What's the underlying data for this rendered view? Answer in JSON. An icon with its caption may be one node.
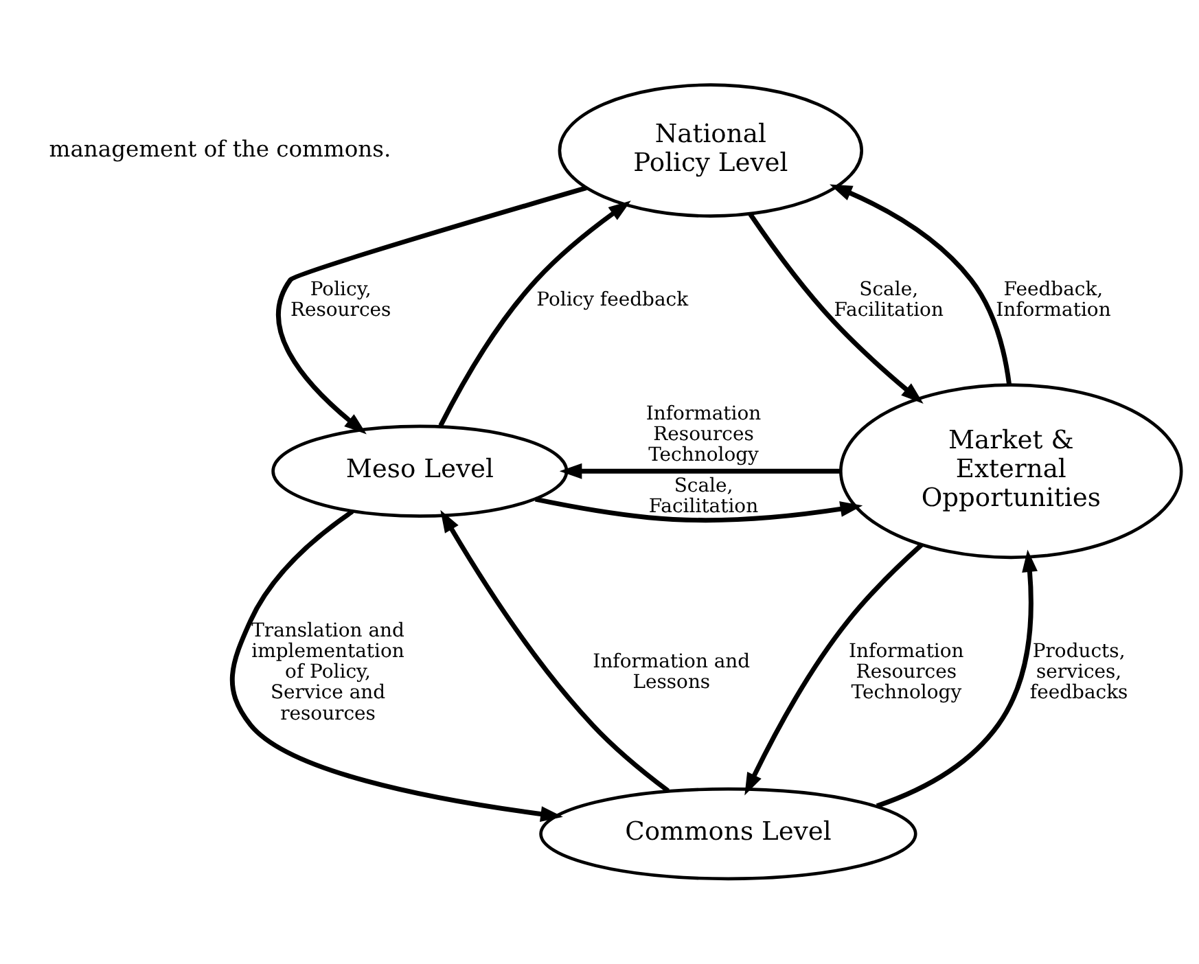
{
  "diagram": {
    "nodes": [
      {
        "text": [
          "National Policy Level"
        ]
      },
      {
        "text": [
          "Meso Level"
        ]
      },
      {
        "text": [
          "Market & External Opportunities"
        ]
      },
      {
        "text": [
          "Commons Level"
        ]
      }
    ],
    "edges": [
      {
        "from": 0,
        "to": 1,
        "arrow": "to",
        "label": "Policy, Resources"
      },
      {
        "from": 1,
        "to": 0,
        "arrow": "to",
        "label": "Policy feedback"
      },
      {
        "from": 0,
        "to": 2,
        "arrow": "to",
        "label": "Scale, Facilitation"
      },
      {
        "from": 2,
        "to": 0,
        "arrow": "to",
        "label": "Feedback, Information"
      },
      {
        "from": 1,
        "to": 2,
        "arrow": "to",
        "label": "Scale, Facilitation"
      },
      {
        "from": 2,
        "to": 1,
        "arrow": "to",
        "label": "Information Resources Technology"
      },
      {
        "from": 1,
        "to": 3,
        "arrow": "to",
        "label": "Translation and implementation of Policy, Service and resources"
      },
      {
        "from": 3,
        "to": 1,
        "arrow": "to",
        "label": "Information and Lessons"
      },
      {
        "from": 3,
        "to": 2,
        "arrow": "to",
        "label": "Products, services, feedbacks"
      },
      {
        "from": 2,
        "to": 3,
        "arrow": "to",
        "label": "Information Resources Technology"
      }
    ],
    "labels": [
      "management of the commons."
    ]
  }
}
